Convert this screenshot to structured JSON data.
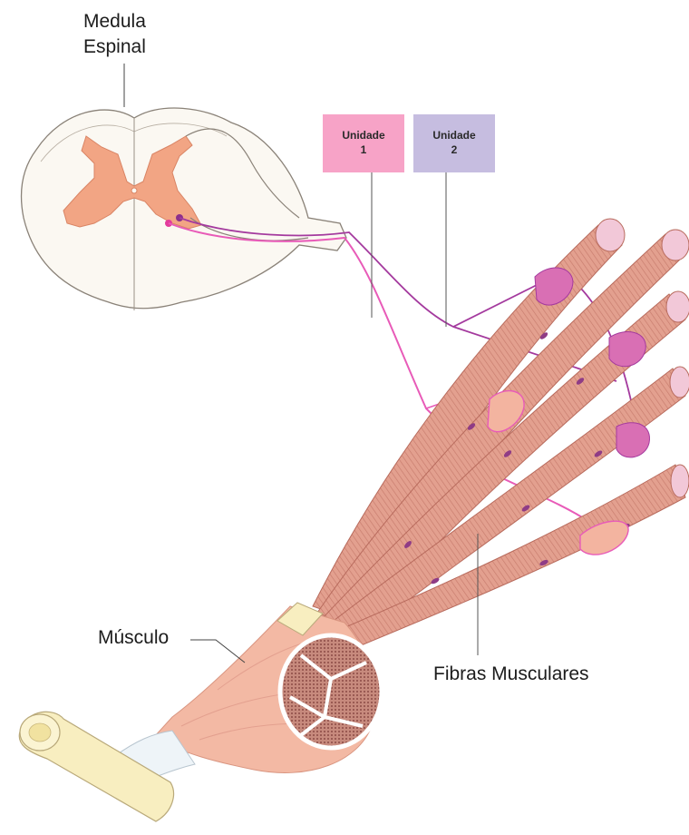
{
  "labels": {
    "spinal_cord_line1": "Medula",
    "spinal_cord_line2": "Espinal",
    "muscle": "Músculo",
    "muscle_fibers": "Fibras Musculares"
  },
  "motor_units": [
    {
      "word": "Unidade",
      "number": "1",
      "color": "#f7a3c7",
      "nerve_color": "#e85bb8"
    },
    {
      "word": "Unidade",
      "number": "2",
      "color": "#c6bde0",
      "nerve_color": "#a43a9e"
    }
  ],
  "colors": {
    "fiber_fill": "#e3a08f",
    "fiber_stripe": "#c87a6b",
    "nucleus": "#8f3c86",
    "gray_matter": "#f2a584",
    "muscle_fill": "#f3b9a4",
    "bone_fill": "#f8eec0"
  }
}
